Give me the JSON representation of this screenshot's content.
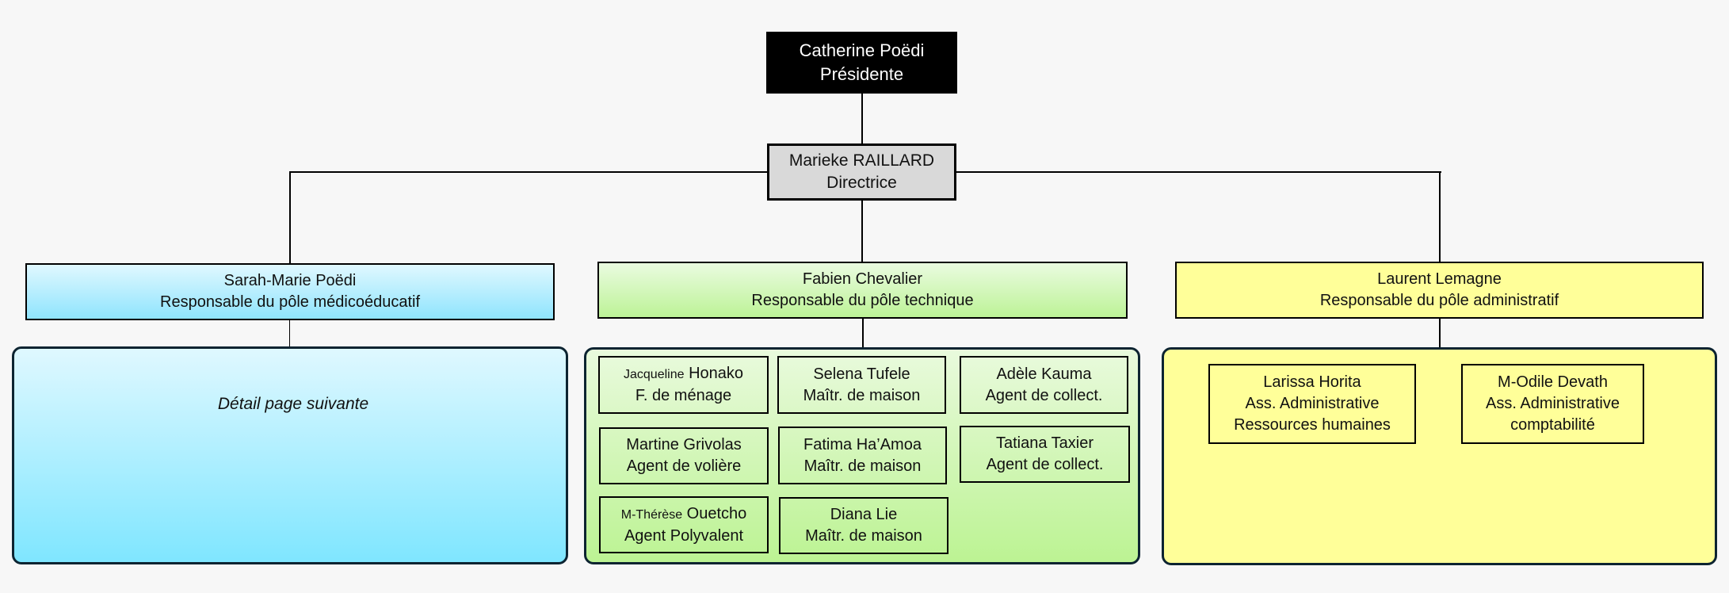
{
  "president": {
    "name": "Catherine Poëdi",
    "role": "Présidente"
  },
  "director": {
    "name": "Marieke RAILLARD",
    "role": "Directrice"
  },
  "poles": [
    {
      "head": {
        "name": "Sarah-Marie Poëdi",
        "role": "Responsable du pôle médicoéducatif"
      },
      "note": "Détail page suivante",
      "color": "#8fe4fd"
    },
    {
      "head": {
        "name": "Fabien Chevalier",
        "role": "Responsable du pôle technique"
      },
      "color": "#bdf397",
      "staff": [
        {
          "prefix": "Jacqueline",
          "name": "Honako",
          "role": "F. de ménage"
        },
        {
          "prefix": "",
          "name": "Selena Tufele",
          "role": "Maîtr. de maison"
        },
        {
          "prefix": "",
          "name": "Adèle Kauma",
          "role": "Agent de collect."
        },
        {
          "prefix": "",
          "name": "Martine Grivolas",
          "role": "Agent de volière"
        },
        {
          "prefix": "",
          "name": "Fatima Ha’Amoa",
          "role": "Maîtr. de maison"
        },
        {
          "prefix": "",
          "name": "Tatiana Taxier",
          "role": "Agent de collect."
        },
        {
          "prefix": "M-Thérèse",
          "name": "Ouetcho",
          "role": "Agent Polyvalent"
        },
        {
          "prefix": "",
          "name": "Diana Lie",
          "role": "Maîtr. de maison"
        }
      ]
    },
    {
      "head": {
        "name": "Laurent Lemagne",
        "role": "Responsable du pôle administratif"
      },
      "color": "#ffff99",
      "staff": [
        {
          "name": "Larissa Horita",
          "role": "Ass. Administrative",
          "detail": "Ressources humaines"
        },
        {
          "name": "M-Odile Devath",
          "role": "Ass. Administrative",
          "detail": "comptabilité"
        }
      ]
    }
  ]
}
